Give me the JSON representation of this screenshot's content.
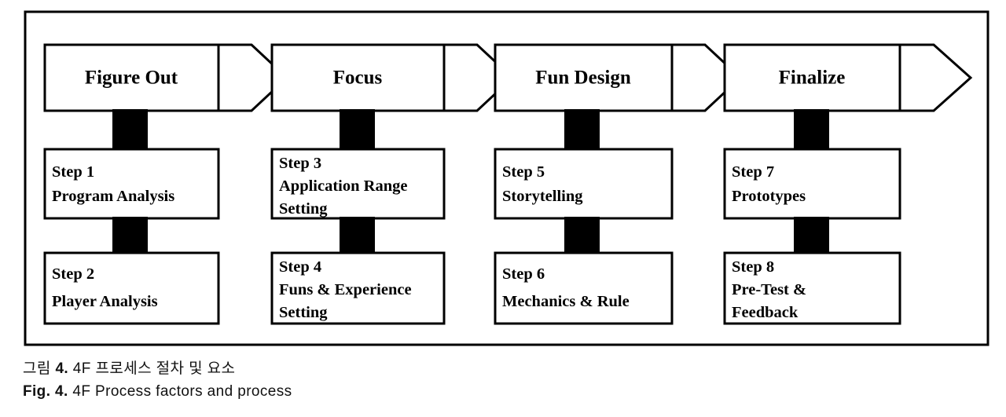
{
  "figure": {
    "columns": [
      {
        "phase_label": "Figure Out",
        "steps": [
          {
            "number": "Step 1",
            "lines": [
              "Program Analysis"
            ]
          },
          {
            "number": "Step 2",
            "lines": [
              "Player Analysis"
            ]
          }
        ]
      },
      {
        "phase_label": "Focus",
        "steps": [
          {
            "number": "Step 3",
            "lines": [
              "Application Range",
              "Setting"
            ]
          },
          {
            "number": "Step 4",
            "lines": [
              "Funs & Experience",
              "Setting"
            ]
          }
        ]
      },
      {
        "phase_label": "Fun Design",
        "steps": [
          {
            "number": "Step 5",
            "lines": [
              "Storytelling"
            ]
          },
          {
            "number": "Step 6",
            "lines": [
              "Mechanics & Rule"
            ]
          }
        ]
      },
      {
        "phase_label": "Finalize",
        "steps": [
          {
            "number": "Step 7",
            "lines": [
              "Prototypes"
            ]
          },
          {
            "number": "Step 8",
            "lines": [
              "Pre-Test &",
              "Feedback"
            ]
          }
        ]
      }
    ]
  },
  "caption": {
    "korean_prefix_label": "그림",
    "korean_prefix_number": "4.",
    "korean_text": "4F 프로세스 절차 및 요소",
    "english_prefix": "Fig. 4.",
    "english_text": "4F Process factors and process"
  },
  "colors": {
    "stroke": "#000000",
    "fill": "#ffffff",
    "connector": "#000000",
    "caption": "#111111"
  }
}
